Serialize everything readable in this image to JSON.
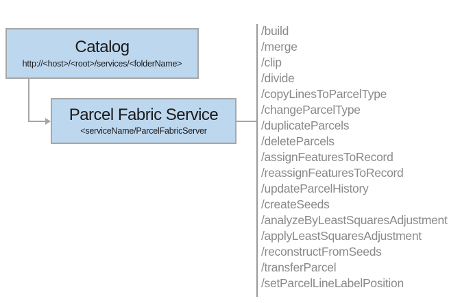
{
  "catalog": {
    "title": "Catalog",
    "url": "http://<host>/<root>/services/<folderName>"
  },
  "service": {
    "title": "Parcel Fabric Service",
    "path": "<serviceName/ParcelFabricServer"
  },
  "operations": [
    "/build",
    "/merge",
    "/clip",
    "/divide",
    "/copyLinesToParcelType",
    "/changeParcelType",
    "/duplicateParcels",
    "/deleteParcels",
    "/assignFeaturesToRecord",
    "/reassignFeaturesToRecord",
    "/updateParcelHistory",
    "/createSeeds",
    "/analyzeByLeastSquaresAdjustment",
    "/applyLeastSquaresAdjustment",
    "/reconstructFromSeeds",
    "/transferParcel",
    "/setParcelLineLabelPosition"
  ],
  "colors": {
    "box_fill": "#BDD7EE",
    "box_border": "#A6A6A6",
    "connector": "#A6A6A6",
    "divider": "#9A9A9A",
    "operations_text": "#8A8A8A",
    "box_text": "#1A1A1A"
  }
}
